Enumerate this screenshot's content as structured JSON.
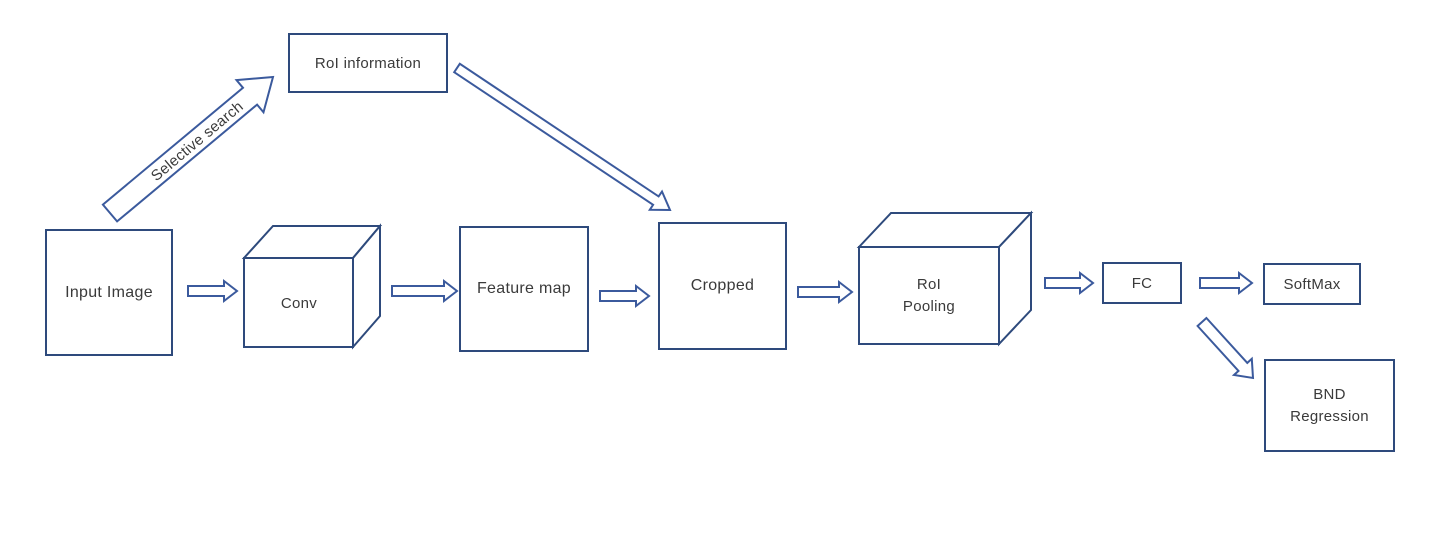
{
  "diagram": {
    "nodes": {
      "input_image": {
        "label": "Input Image"
      },
      "roi_information": {
        "label": "RoI information"
      },
      "conv": {
        "label": "Conv"
      },
      "feature_map": {
        "label": "Feature map"
      },
      "cropped": {
        "label": "Cropped"
      },
      "roi_pooling": {
        "line1": "RoI",
        "line2": "Pooling"
      },
      "fc": {
        "label": "FC"
      },
      "softmax": {
        "label": "SoftMax"
      },
      "bnd_regression": {
        "line1": "BND",
        "line2": "Regression"
      }
    },
    "arrow_labels": {
      "selective_search": "Selective search"
    },
    "colors": {
      "box_border": "#2e4a7c",
      "arrow_outline": "#3b5a9d",
      "text": "#3a3a3a",
      "background": "#ffffff"
    }
  }
}
